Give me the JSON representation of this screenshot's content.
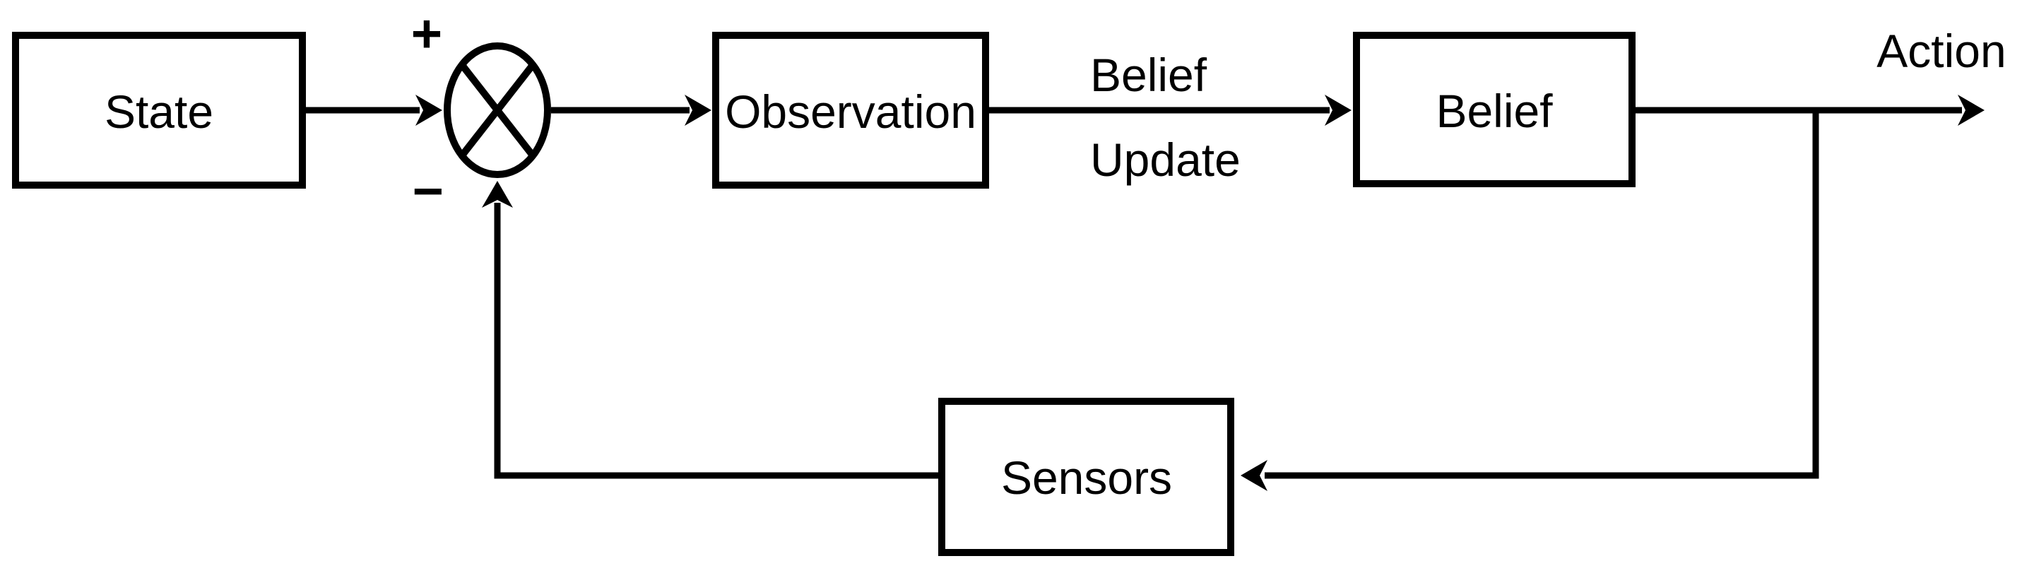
{
  "colors": {
    "ink": "#000000",
    "background": "#ffffff"
  },
  "nodes": {
    "state": {
      "label": "State"
    },
    "observation": {
      "label": "Observation"
    },
    "belief": {
      "label": "Belief"
    },
    "sensors": {
      "label": "Sensors"
    }
  },
  "edges": {
    "belief_update": {
      "label_line1": "Belief",
      "label_line2": "Update"
    },
    "action": {
      "label": "Action"
    }
  },
  "summing_junction": {
    "symbol": "circle-with-cross-icon",
    "plus_sign": "+",
    "minus_sign": "−"
  }
}
